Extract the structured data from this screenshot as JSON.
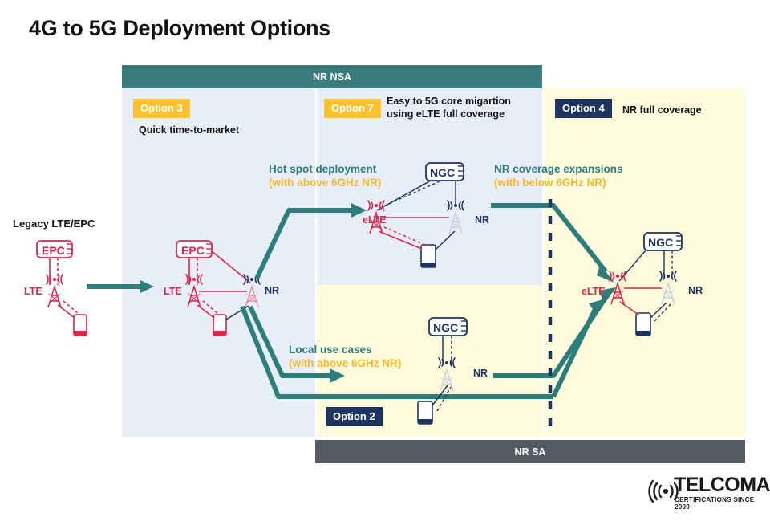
{
  "page": {
    "title": "4G to 5G Deployment Options"
  },
  "bars": {
    "nsa_label": "NR NSA",
    "sa_label": "NR SA"
  },
  "colors": {
    "teal": "#3b7d7d",
    "teal_arrow": "#2e7d7d",
    "amber": "#fbc22f",
    "navy": "#1d3461",
    "red": "#e0234a",
    "panel_blue": "#e8eef7",
    "panel_yellow": "#fdfbdc",
    "bar_gray": "#555b63"
  },
  "options": {
    "option3": {
      "chip": "Option 3",
      "description": "Quick time-to-market"
    },
    "option7": {
      "chip": "Option 7",
      "description": "Easy to 5G core migartion using eLTE full coverage"
    },
    "option4": {
      "chip": "Option 4",
      "description": "NR full coverage"
    },
    "option2": {
      "chip": "Option 2",
      "description": ""
    }
  },
  "callouts": {
    "hotspot": {
      "line1": "Hot spot deployment",
      "line2": "(with above 6GHz NR)"
    },
    "coverage": {
      "line1": "NR coverage expansions",
      "line2": "(with below 6GHz NR)"
    },
    "local": {
      "line1": "Local use cases",
      "line2": "(with above 6GHz NR)"
    }
  },
  "labels": {
    "legacy": "Legacy LTE/EPC",
    "epc": "EPC",
    "ngc": "NGC",
    "lte": "LTE",
    "elte": "eLTE",
    "nr": "NR"
  },
  "nodes": {
    "legacy": {
      "core": "EPC",
      "radio": "LTE"
    },
    "option3": {
      "core": "EPC",
      "radio_a": "LTE",
      "radio_b": "NR"
    },
    "option7": {
      "core": "NGC",
      "radio_a": "eLTE",
      "radio_b": "NR"
    },
    "option2": {
      "core": "NGC",
      "radio_a": "NR"
    },
    "option4": {
      "core": "NGC",
      "radio_a": "eLTE",
      "radio_b": "NR"
    }
  },
  "logo": {
    "word": "TELCOMA",
    "tagline": "CERTIFICATIONS SINCE 2009"
  }
}
